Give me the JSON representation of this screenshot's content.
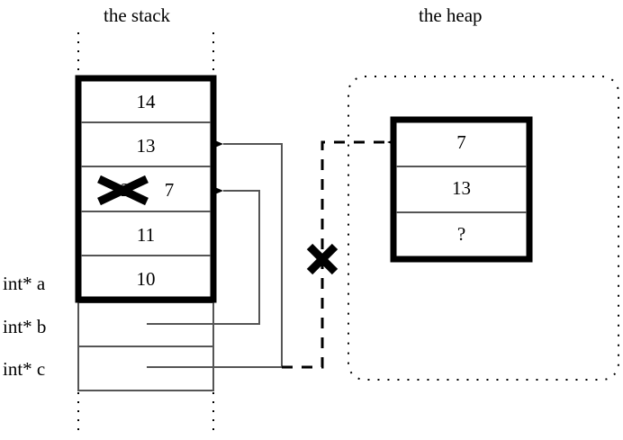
{
  "diagram": {
    "title_stack": "the stack",
    "title_heap": "the heap",
    "stack": {
      "frame_cells": [
        {
          "value": "14"
        },
        {
          "value": "13"
        },
        {
          "value": "12",
          "struck": true,
          "new_value": "7"
        },
        {
          "value": "11"
        },
        {
          "value": "10"
        }
      ],
      "pointer_cells": [
        {
          "label": "int* b",
          "value": ""
        },
        {
          "label": "int* c",
          "value": ""
        }
      ],
      "labels": [
        "int* a",
        "int* b",
        "int* c"
      ]
    },
    "heap": {
      "cells": [
        {
          "value": "7"
        },
        {
          "value": "13"
        },
        {
          "value": "?"
        }
      ]
    },
    "annotations": {
      "struck_cell_old": "12",
      "struck_cell_new": "7",
      "invalidated_mark": "✕",
      "cell_overwrite_mark": "✕"
    },
    "colors": {
      "ink": "#000000",
      "thin_rule": "#555555",
      "background": "#ffffff"
    }
  }
}
